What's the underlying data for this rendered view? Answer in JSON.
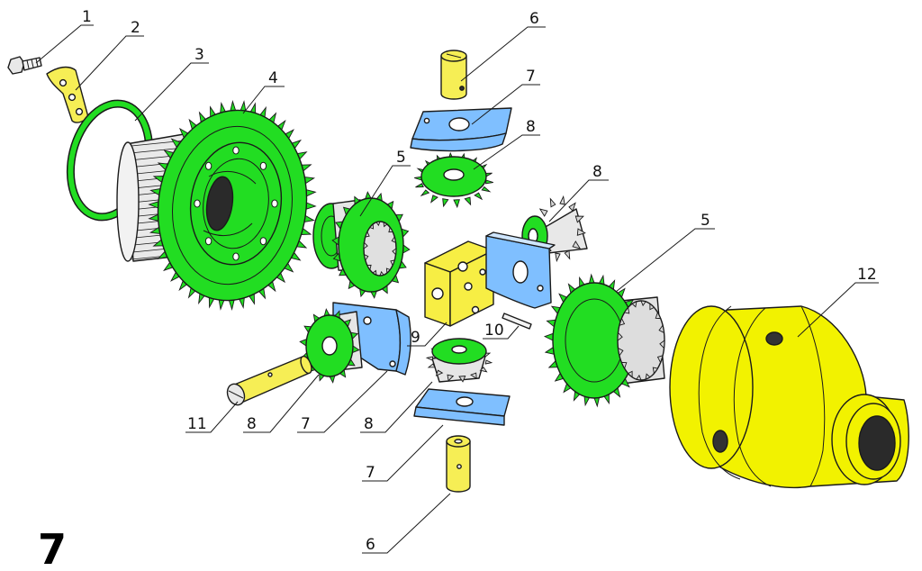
{
  "figure_number": "7",
  "colors": {
    "gear": "#22dd22",
    "gear_dark": "#d7d7d7",
    "plate": "#7fbfff",
    "housing": "#f2f200",
    "block": "#f7ee44",
    "pin": "#f6ee55",
    "outline": "#1a1a1a"
  },
  "callouts": [
    {
      "id": "c1",
      "label": "1"
    },
    {
      "id": "c2",
      "label": "2"
    },
    {
      "id": "c3",
      "label": "3"
    },
    {
      "id": "c4",
      "label": "4"
    },
    {
      "id": "c5a",
      "label": "5"
    },
    {
      "id": "c5b",
      "label": "5"
    },
    {
      "id": "c6a",
      "label": "6"
    },
    {
      "id": "c6b",
      "label": "6"
    },
    {
      "id": "c7a",
      "label": "7"
    },
    {
      "id": "c7b",
      "label": "7"
    },
    {
      "id": "c7c",
      "label": "7"
    },
    {
      "id": "c8a",
      "label": "8"
    },
    {
      "id": "c8b",
      "label": "8"
    },
    {
      "id": "c8c",
      "label": "8"
    },
    {
      "id": "c8d",
      "label": "8"
    },
    {
      "id": "c9",
      "label": "9"
    },
    {
      "id": "c10",
      "label": "10"
    },
    {
      "id": "c11",
      "label": "11"
    },
    {
      "id": "c12",
      "label": "12"
    }
  ]
}
